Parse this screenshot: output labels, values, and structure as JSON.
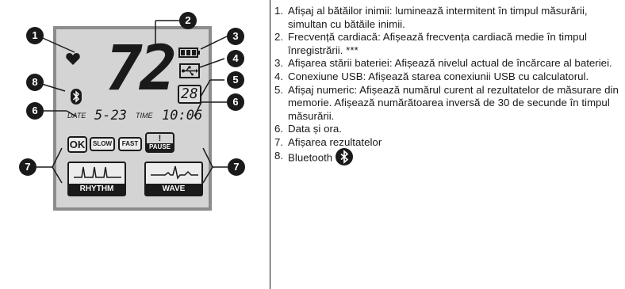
{
  "display": {
    "heart_rate": "72",
    "memory_count": "28",
    "date_label": "DATE",
    "date_value": "5-23",
    "time_label": "TIME",
    "time_value": "10:06",
    "buttons": {
      "ok": "OK",
      "slow": "SLOW",
      "fast": "FAST",
      "pause_mark": "!",
      "pause": "PAUSE"
    },
    "rhythm": "RHYTHM",
    "wave": "WAVE"
  },
  "callouts": [
    "1",
    "2",
    "3",
    "4",
    "5",
    "6",
    "6",
    "7",
    "7",
    "8"
  ],
  "legend": [
    {
      "num": "1.",
      "text": "Afișaj al bătăilor inimii: luminează intermitent în timpul măsurării, simultan cu bătăile inimii."
    },
    {
      "num": "2.",
      "text": "Frecvență cardiacă: Afișează frecvența cardiacă medie în timpul înregistrării. ***"
    },
    {
      "num": "3.",
      "text": "Afișarea stării bateriei: Afișează nivelul actual de încărcare al bateriei."
    },
    {
      "num": "4.",
      "text": "Conexiune USB: Afișează starea conexiunii USB cu calculatorul."
    },
    {
      "num": "5.",
      "text": "Afișaj numeric: Afișează numărul curent al rezultatelor de măsurare din memorie. Afișează numărătoarea inversă de 30 de secunde în timpul măsurării."
    },
    {
      "num": "6.",
      "text": "Data și ora."
    },
    {
      "num": "7.",
      "text": "Afișarea rezultatelor"
    },
    {
      "num": "8.",
      "text": "Bluetooth"
    }
  ],
  "icons": [
    "heart-icon",
    "battery-icon",
    "usb-icon",
    "bluetooth-icon",
    "rhythm-wave-icon",
    "ecg-wave-icon"
  ]
}
